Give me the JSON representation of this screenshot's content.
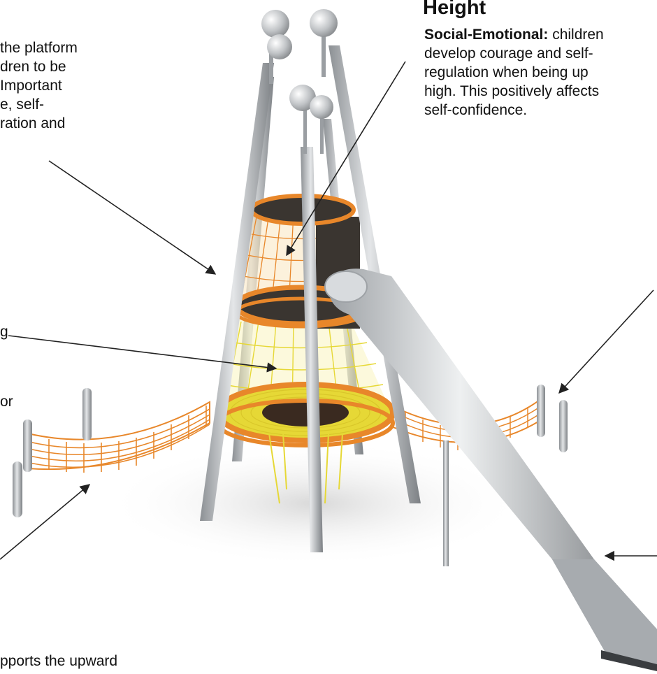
{
  "heading": "Height",
  "right_block": {
    "bold_label": "Social-Emotional:",
    "lines": [
      " children",
      "develop courage and self-",
      "regulation when being up",
      "high. This positively affects",
      "self-confidence."
    ]
  },
  "left_block": {
    "lines": [
      "the platform",
      "dren to be",
      "Important",
      "e, self-",
      "ration and"
    ]
  },
  "mid_fragment_1": "g",
  "mid_fragment_2": "or",
  "bottom_fragment": "pports the upward",
  "colors": {
    "orange_rope": "#e8872a",
    "yellow_rope": "#e6d836",
    "steel": "#b8bcc0",
    "dark_interior": "#3a3530",
    "arrow": "#222222"
  }
}
